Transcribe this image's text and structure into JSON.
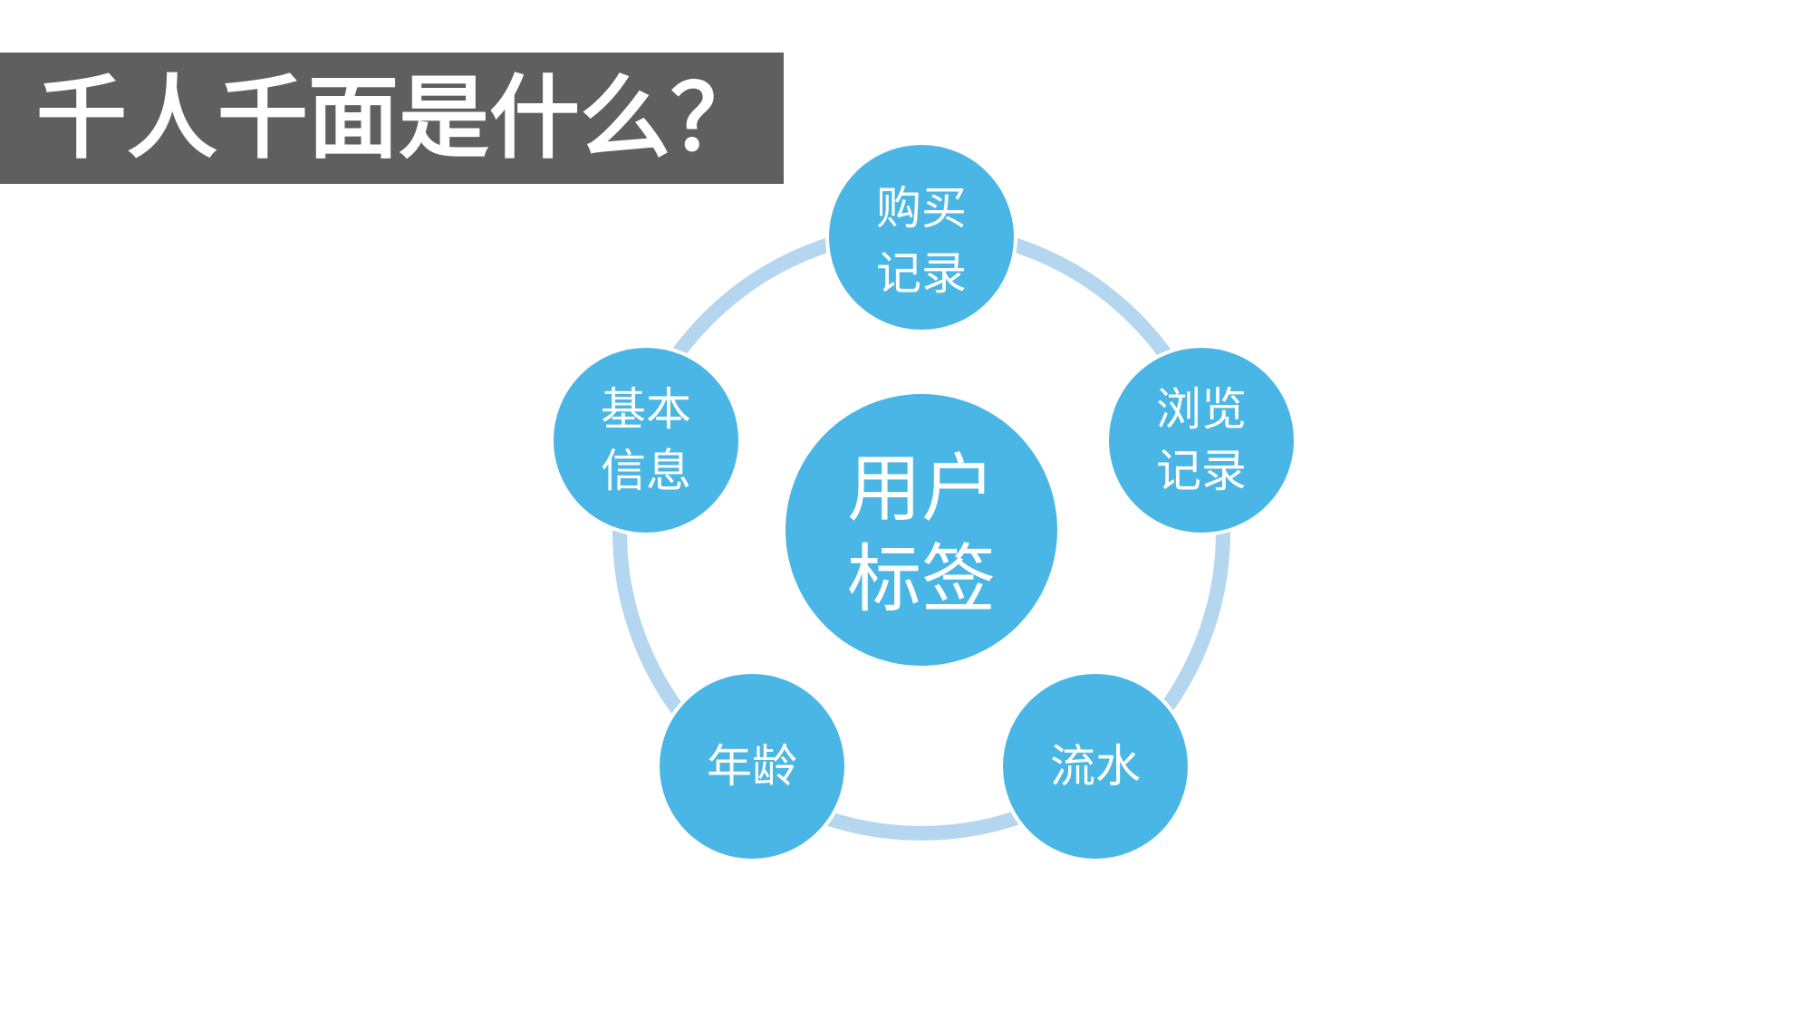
{
  "title": "千人千面是什么？",
  "center": {
    "lines": [
      "用户",
      "标签"
    ]
  },
  "nodes": [
    {
      "id": "purchase",
      "lines": [
        "购买",
        "记录"
      ]
    },
    {
      "id": "browse",
      "lines": [
        "浏览",
        "记录"
      ]
    },
    {
      "id": "flow",
      "lines": [
        "流水"
      ]
    },
    {
      "id": "age",
      "lines": [
        "年龄"
      ]
    },
    {
      "id": "basic",
      "lines": [
        "基本",
        "信息"
      ]
    }
  ],
  "colors": {
    "title_bg": "#5f5f5f",
    "title_text": "#ffffff",
    "node_fill": "#4ab6e6",
    "ring_stroke": "#b4d6ef",
    "node_text": "#ffffff"
  }
}
